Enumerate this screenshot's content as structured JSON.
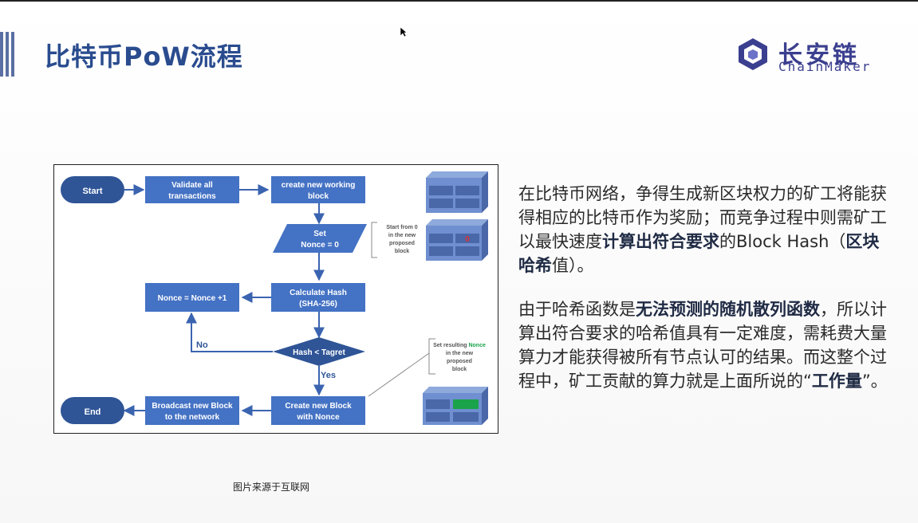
{
  "slide": {
    "title": "比特币PoW流程",
    "logo_cn": "长安链",
    "logo_en": "ChainMaker",
    "source": "图片来源于互联网"
  },
  "flow": {
    "start": "Start",
    "validate_1": "Validate all",
    "validate_2": "transactions",
    "create_1": "create new working",
    "create_2": "block",
    "set_1": "Set",
    "set_2": "Nonce = 0",
    "note1_1": "Start from 0",
    "note1_2": "in the new",
    "note1_3": "proposed",
    "note1_4": "block",
    "calc_1": "Calculate Hash",
    "calc_2": "(SHA-256)",
    "nonce_inc": "Nonce = Nonce +1",
    "no": "No",
    "decision": "Hash < Tagret",
    "yes": "Yes",
    "note2_1a": "Set resulting ",
    "note2_1b": "Nonce",
    "note2_2": "in the new",
    "note2_3": "proposed",
    "note2_4": "block",
    "end": "End",
    "broadcast_1": "Broadcast new Block",
    "broadcast_2": "to the network",
    "createnew_1": "Create new Block",
    "createnew_2": "with Nonce",
    "zero": "0"
  },
  "text": {
    "p1_a": "在比特币网络，争得生成新区块权力的矿工将能获得相应的比特币作为奖励；而竞争过程中则需矿工以最快速度",
    "p1_b": "计算出符合要求",
    "p1_c": "的Block Hash（",
    "p1_d": "区块哈希",
    "p1_e": "值）。",
    "p2_a": "由于哈希函数是",
    "p2_b": "无法预测的随机散列函数",
    "p2_c": "，所以计算出符合要求的哈希值具有一定难度，需耗费大量算力才能获得被所有节点认可的结果。而这整个过程中，矿工贡献的算力就是上面所说的“",
    "p2_d": "工作量",
    "p2_e": "”。"
  },
  "colors": {
    "accent": "#2a4c8f",
    "box": "#4472c4",
    "box_dark": "#2f5597",
    "note_green": "#1aa34a"
  }
}
